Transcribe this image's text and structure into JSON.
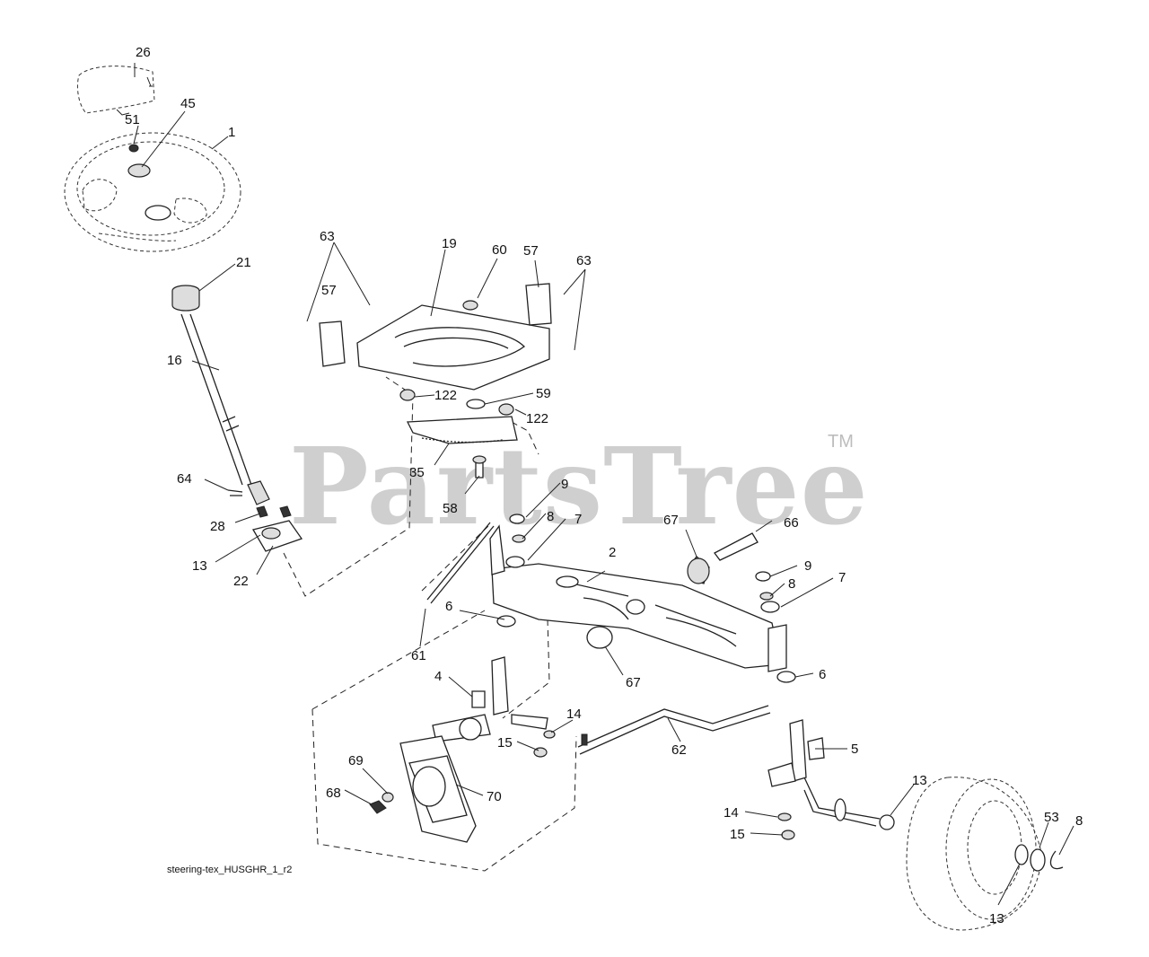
{
  "watermark": {
    "brand": "PartsTree",
    "trademark": "TM"
  },
  "caption": "steering-tex_HUSGHR_1_r2",
  "callouts": [
    "26",
    "51",
    "45",
    "1",
    "21",
    "16",
    "64",
    "28",
    "13",
    "22",
    "63",
    "19",
    "60",
    "57",
    "57",
    "63",
    "122",
    "59",
    "122",
    "35",
    "58",
    "9",
    "8",
    "7",
    "67",
    "66",
    "2",
    "9",
    "8",
    "7",
    "6",
    "61",
    "67",
    "4",
    "6",
    "14",
    "15",
    "62",
    "5",
    "69",
    "68",
    "70",
    "13",
    "14",
    "15",
    "53",
    "8",
    "13"
  ]
}
